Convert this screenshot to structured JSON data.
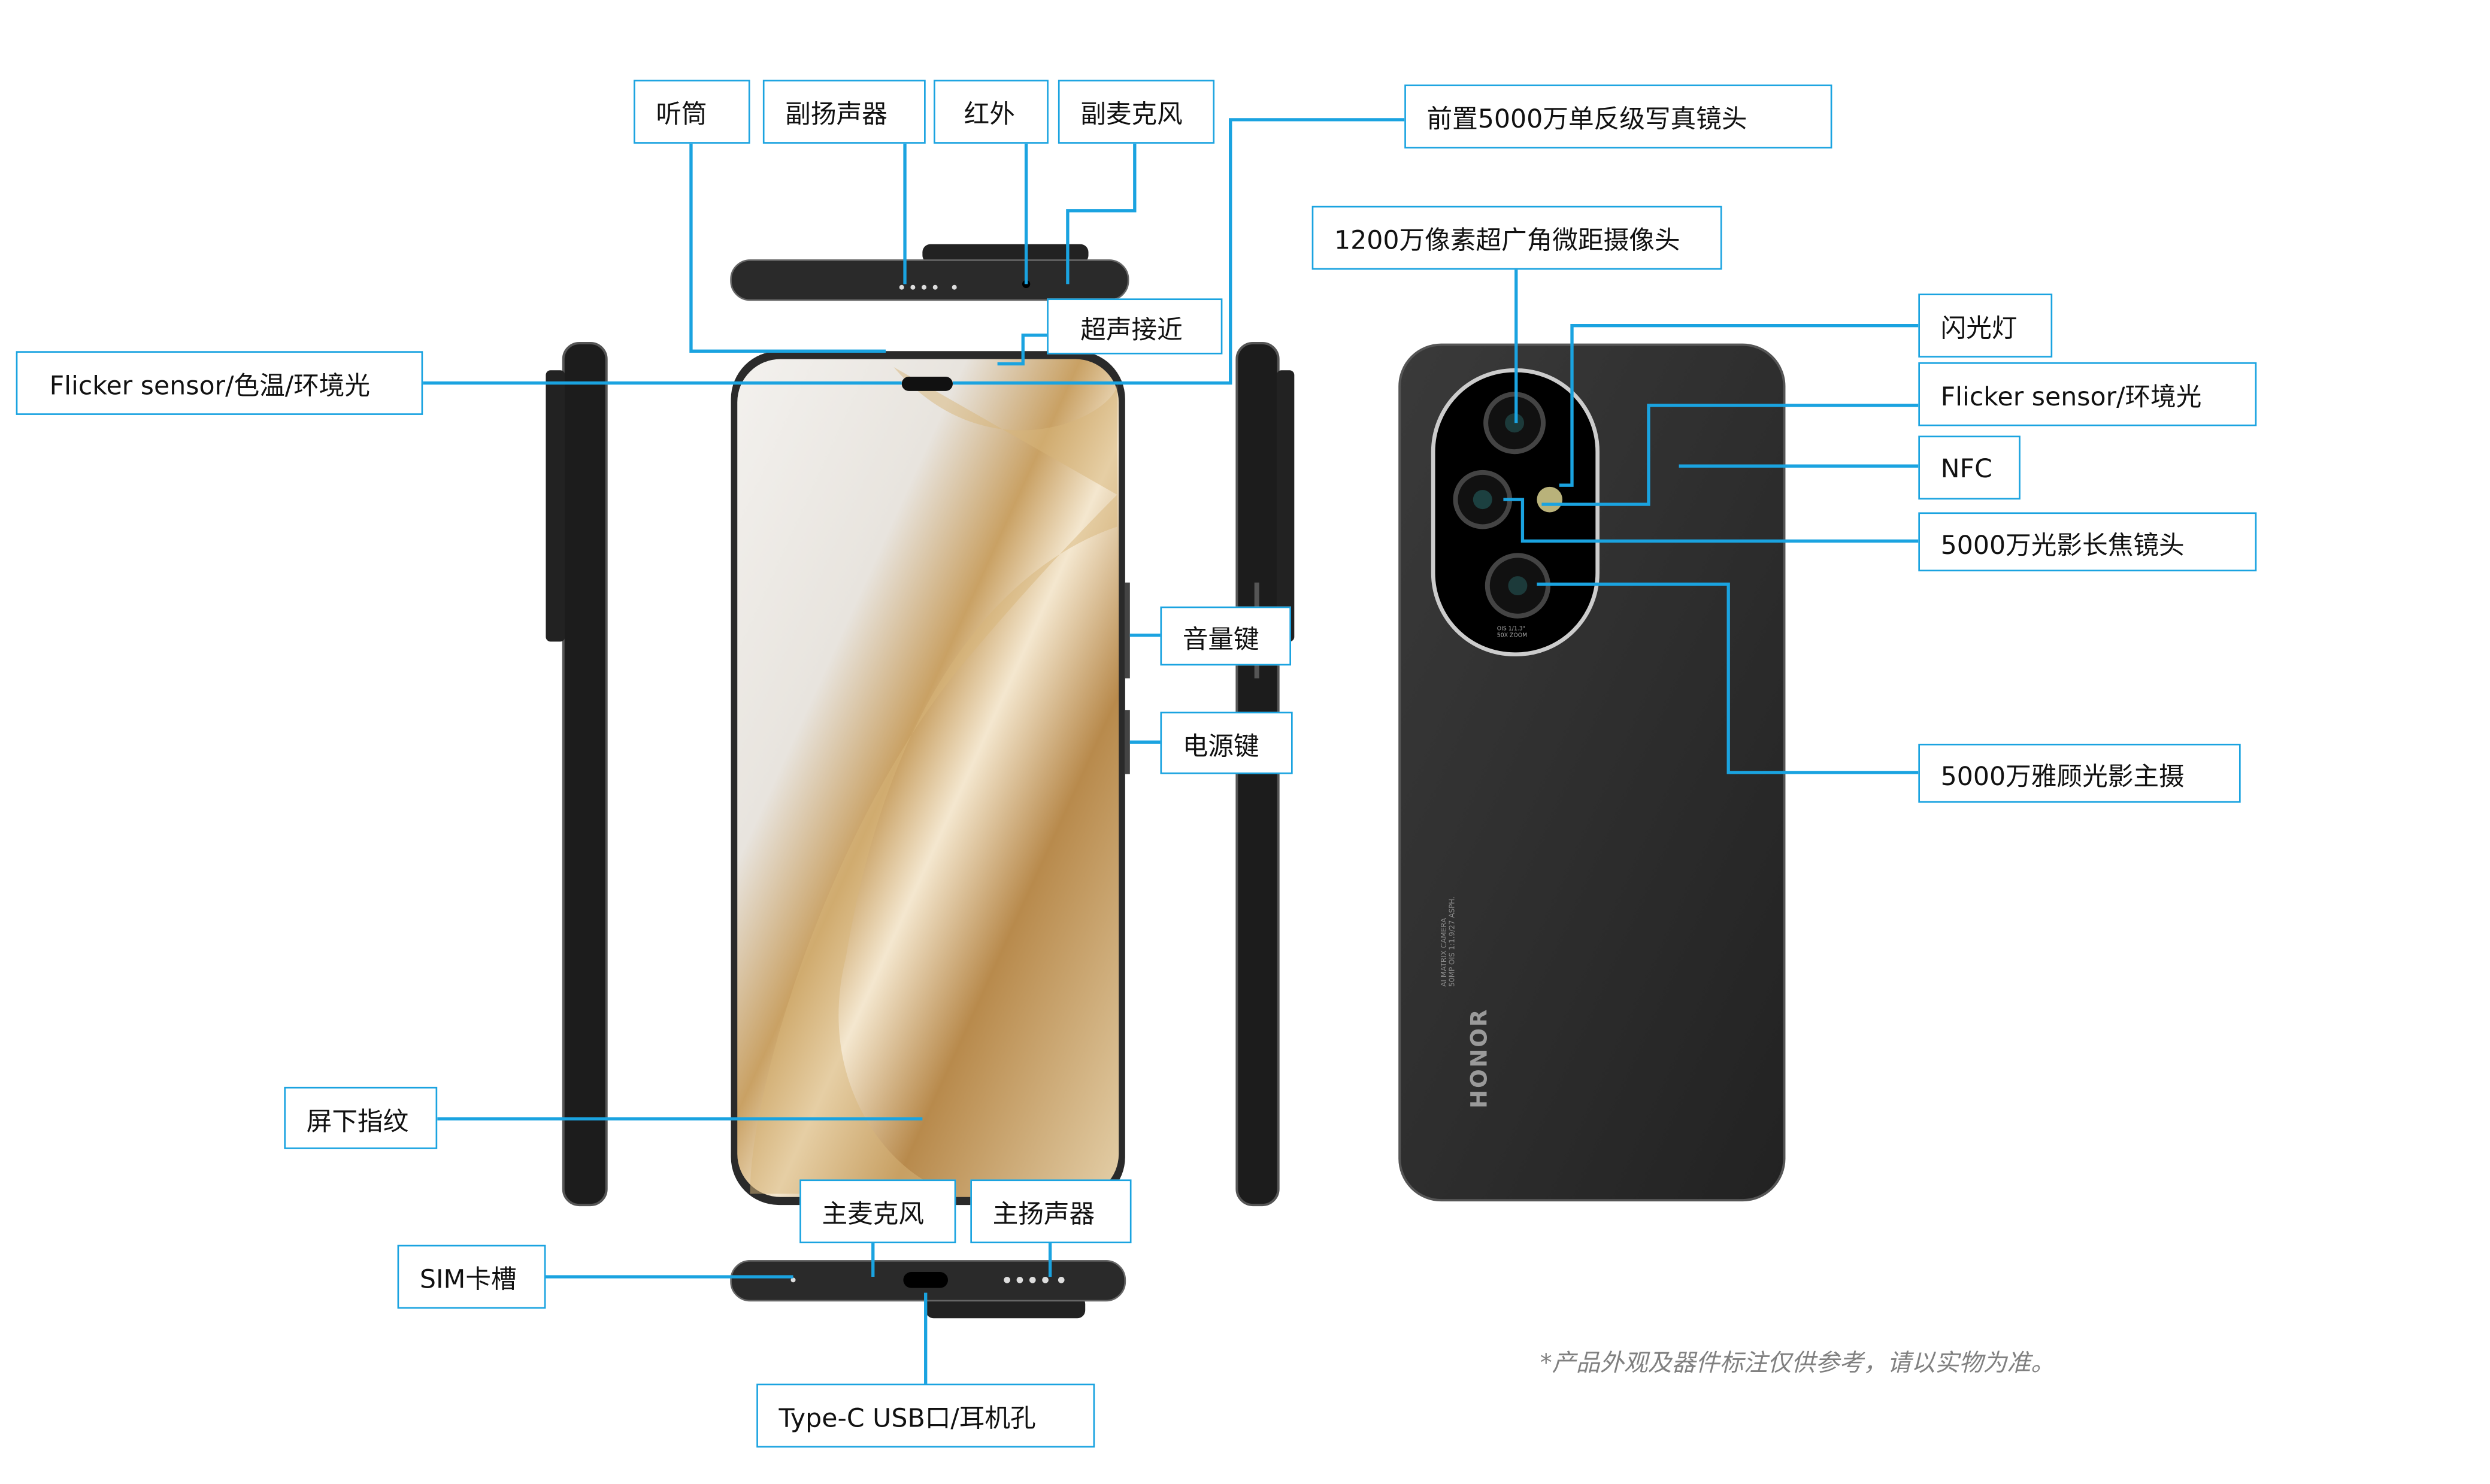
{
  "labels": {
    "earpiece": "听筒",
    "secondary_speaker": "副扬声器",
    "infrared": "红外",
    "secondary_mic": "副麦克风",
    "front_camera": "前置5000万单反级写真镜头",
    "ultrasonic_proximity": "超声接近",
    "front_flicker_sensor": "Flicker sensor/色温/环境光",
    "ultrawide_camera": "1200万像素超广角微距摄像头",
    "flash": "闪光灯",
    "rear_flicker_sensor": "Flicker sensor/环境光",
    "nfc": "NFC",
    "telephoto_camera": "5000万光影长焦镜头",
    "main_camera": "5000万雅顾光影主摄",
    "volume_key": "音量键",
    "power_key": "电源键",
    "fingerprint": "屏下指纹",
    "main_mic": "主麦克风",
    "main_speaker": "主扬声器",
    "sim_slot": "SIM卡槽",
    "usb_port": "Type-C USB口/耳机孔"
  },
  "phone_back": {
    "brand": "HONOR",
    "camera_text_1": "AI MATRIX CAMERA",
    "camera_text_2": "50MP OIS 1:1.9/27 ASPH.",
    "module_text_1": "OIS 1/1.3\"",
    "module_text_2": "50X ZOOM"
  },
  "disclaimer": "*产品外观及器件标注仅供参考，请以实物为准。",
  "colors": {
    "callout_line": "#1aa3e0",
    "phone_body": "#2b2b2b"
  }
}
